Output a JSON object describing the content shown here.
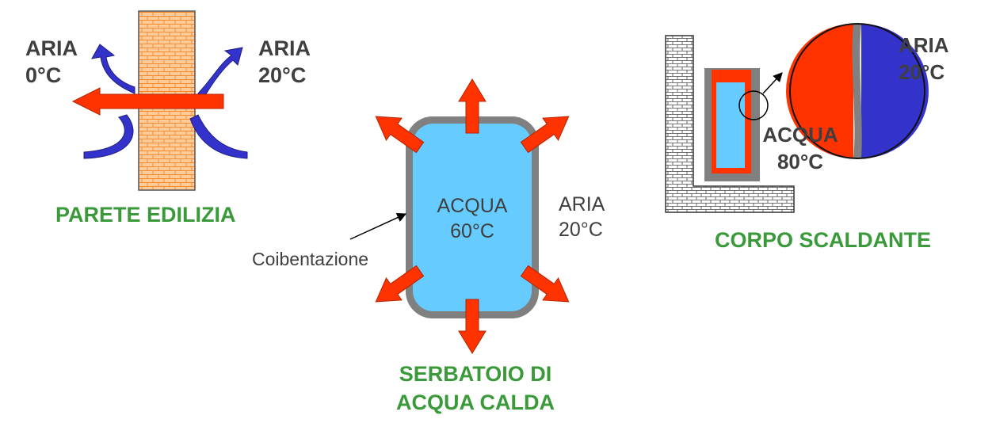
{
  "colors": {
    "heat_arrow": "#ff3300",
    "air_arrow": "#3333cc",
    "water_tank": "#66ccff",
    "insulation": "#808080",
    "brick": "#ffcc99",
    "caption": "#3a9a3a",
    "text": "#3f3f3f"
  },
  "wall": {
    "air_cold_line1": "ARIA",
    "air_cold_line2": "0°C",
    "air_warm_line1": "ARIA",
    "air_warm_line2": "20°C",
    "caption": "PARETE EDILIZIA"
  },
  "tank": {
    "water_line1": "ACQUA",
    "water_line2": "60°C",
    "air_line1": "ARIA",
    "air_line2": "20°C",
    "insulation_label": "Coibentazione",
    "caption_line1": "SERBATOIO DI",
    "caption_line2": "ACQUA CALDA"
  },
  "radiator": {
    "air_line1": "ARIA",
    "air_line2": "20°C",
    "water_line1": "ACQUA",
    "water_line2": "80°C",
    "caption": "CORPO SCALDANTE"
  }
}
